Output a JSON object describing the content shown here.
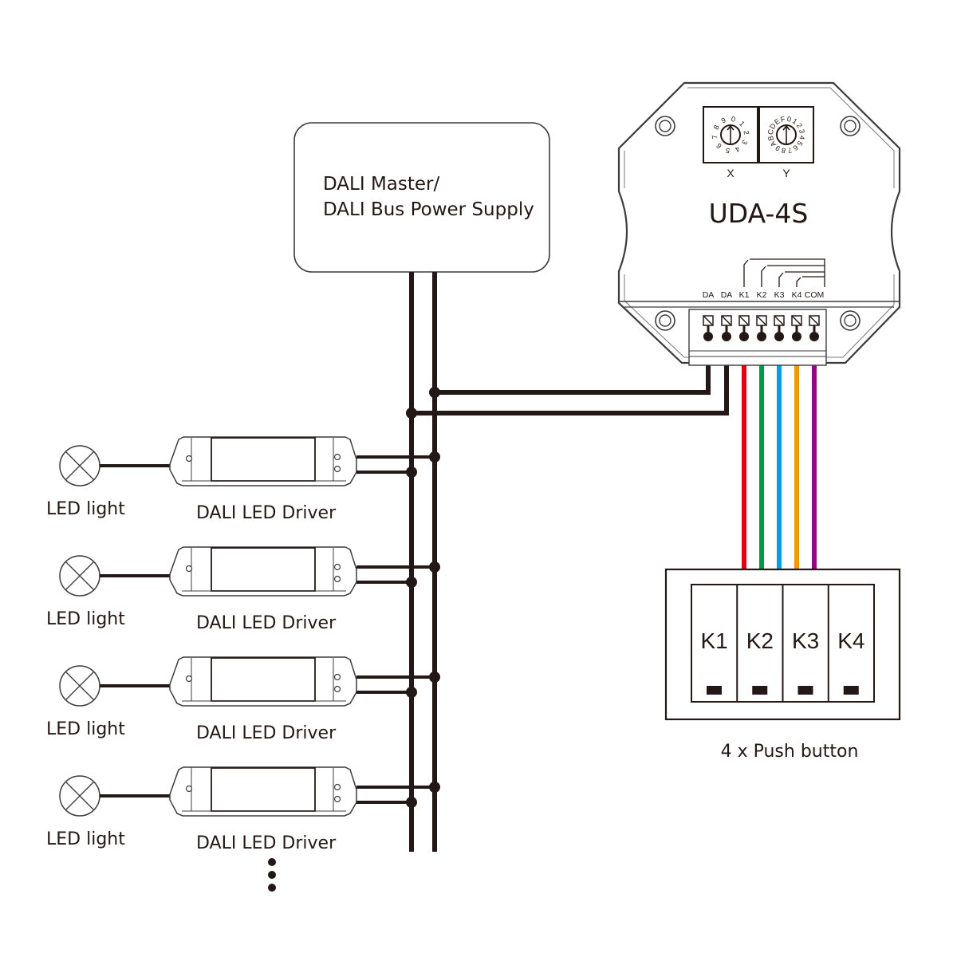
{
  "title": "UDA-4S DALI wiring diagram",
  "master": {
    "line1": "DALI Master/",
    "line2": "DALI Bus Power Supply"
  },
  "module": {
    "model": "UDA-4S",
    "switch_x_label": "X",
    "switch_y_label": "Y",
    "switch_x_digits": [
      "0",
      "1",
      "2",
      "3",
      "4",
      "5",
      "6",
      "7",
      "8",
      "9"
    ],
    "switch_y_digits": [
      "0",
      "1",
      "2",
      "3",
      "4",
      "5",
      "6",
      "7",
      "8",
      "9",
      "A",
      "B",
      "C",
      "D",
      "E",
      "F"
    ],
    "terminals": [
      {
        "label": "DA",
        "color": "#231815"
      },
      {
        "label": "DA",
        "color": "#231815"
      },
      {
        "label": "K1",
        "color": "#e60012"
      },
      {
        "label": "K2",
        "color": "#009944"
      },
      {
        "label": "K3",
        "color": "#00a0e9"
      },
      {
        "label": "K4",
        "color": "#f39800"
      },
      {
        "label": "COM",
        "color": "#920783"
      }
    ]
  },
  "pushbutton": {
    "keys": [
      "K1",
      "K2",
      "K3",
      "K4"
    ],
    "caption": "4 x Push button"
  },
  "drivers": [
    {
      "lamp_label": "LED light",
      "driver_label": "DALI LED Driver"
    },
    {
      "lamp_label": "LED light",
      "driver_label": "DALI LED Driver"
    },
    {
      "lamp_label": "LED light",
      "driver_label": "DALI LED Driver"
    },
    {
      "lamp_label": "LED light",
      "driver_label": "DALI LED Driver"
    }
  ],
  "colors": {
    "line": "#231815",
    "outline": "#3c3c3c"
  }
}
